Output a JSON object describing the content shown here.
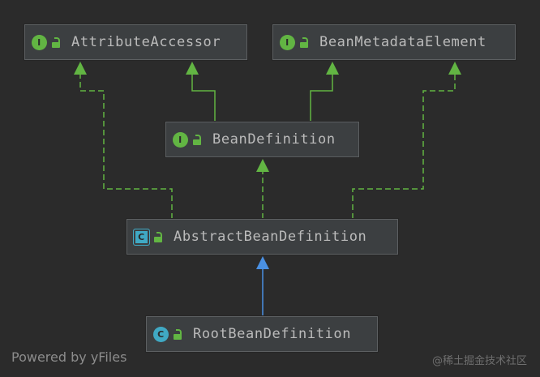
{
  "diagram": {
    "nodes": [
      {
        "id": "attribute_accessor",
        "name": "AttributeAccessor",
        "kind": "interface",
        "badge": "I",
        "badge_icon": "interface-icon",
        "visibility_icon": "public-lock-icon"
      },
      {
        "id": "bean_metadata_element",
        "name": "BeanMetadataElement",
        "kind": "interface",
        "badge": "I",
        "badge_icon": "interface-icon",
        "visibility_icon": "public-lock-icon"
      },
      {
        "id": "bean_definition",
        "name": "BeanDefinition",
        "kind": "interface",
        "badge": "I",
        "badge_icon": "interface-icon",
        "visibility_icon": "public-lock-icon"
      },
      {
        "id": "abstract_bean_definition",
        "name": "AbstractBeanDefinition",
        "kind": "abstract-class",
        "badge": "C",
        "badge_icon": "abstract-class-icon",
        "visibility_icon": "public-lock-icon"
      },
      {
        "id": "root_bean_definition",
        "name": "RootBeanDefinition",
        "kind": "class",
        "badge": "C",
        "badge_icon": "class-icon",
        "visibility_icon": "public-lock-icon"
      }
    ],
    "edges": [
      {
        "from": "bean_definition",
        "to": "attribute_accessor",
        "type": "extends-interface",
        "style": "solid"
      },
      {
        "from": "bean_definition",
        "to": "bean_metadata_element",
        "type": "extends-interface",
        "style": "solid"
      },
      {
        "from": "abstract_bean_definition",
        "to": "attribute_accessor",
        "type": "implements",
        "style": "dashed"
      },
      {
        "from": "abstract_bean_definition",
        "to": "bean_definition",
        "type": "implements",
        "style": "dashed"
      },
      {
        "from": "abstract_bean_definition",
        "to": "bean_metadata_element",
        "type": "implements",
        "style": "dashed"
      },
      {
        "from": "root_bean_definition",
        "to": "abstract_bean_definition",
        "type": "extends-class",
        "style": "solid"
      }
    ],
    "colors": {
      "background": "#2b2b2b",
      "node_fill": "#3c3f41",
      "node_border": "#5d6062",
      "node_text": "#bbbbbb",
      "interface_badge": "#62b543",
      "class_badge": "#40a9c4",
      "interface_edge": "#62b543",
      "class_edge": "#4a90e2"
    }
  },
  "footer": {
    "powered_by": "Powered by yFiles",
    "watermark": "@稀土掘金技术社区"
  }
}
